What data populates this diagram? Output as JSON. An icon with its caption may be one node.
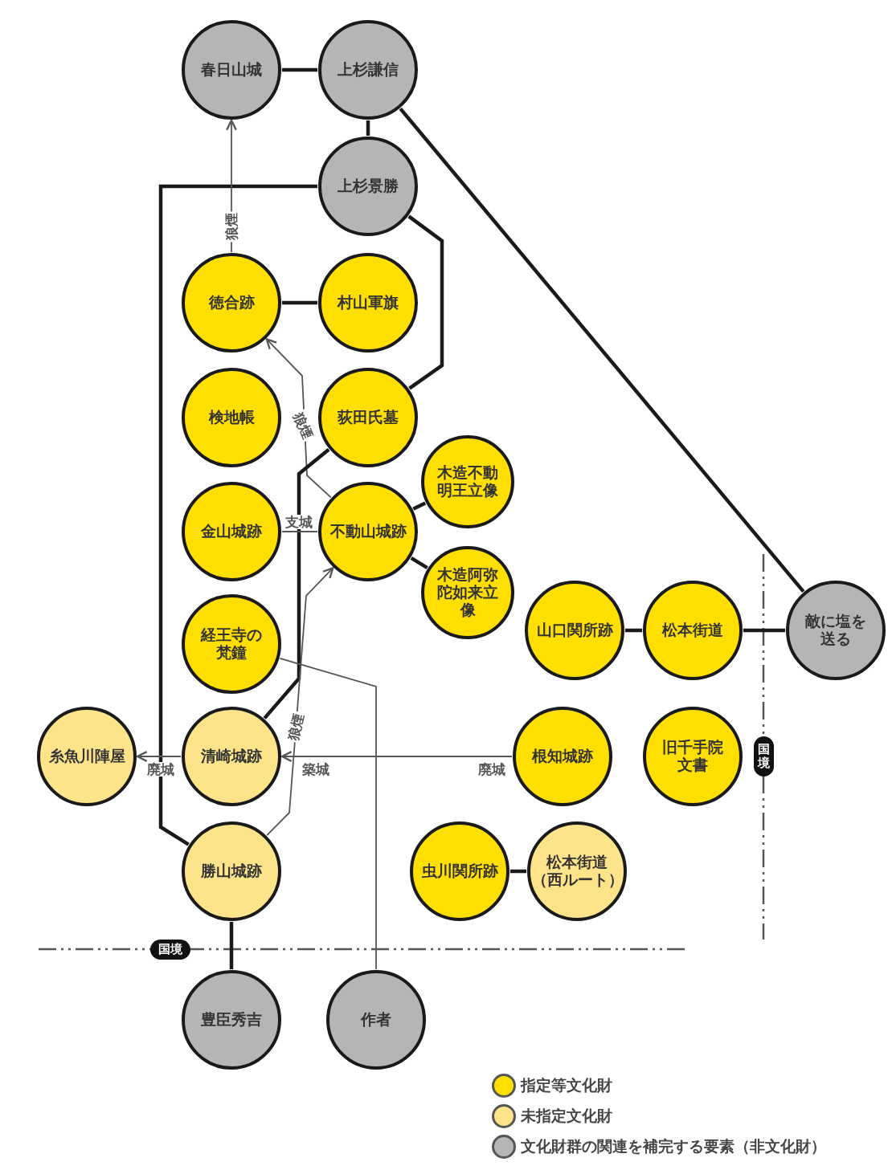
{
  "diagram": {
    "nodes": [
      {
        "text": [
          "春日山城"
        ]
      },
      {
        "text": [
          "上杉謙信"
        ]
      },
      {
        "text": [
          "上杉景勝"
        ]
      },
      {
        "text": [
          "徳合跡"
        ]
      },
      {
        "text": [
          "村山軍旗"
        ]
      },
      {
        "text": [
          "検地帳"
        ]
      },
      {
        "text": [
          "荻田氏墓"
        ]
      },
      {
        "text": [
          "木造不動明王立像"
        ]
      },
      {
        "text": [
          "金山城跡"
        ]
      },
      {
        "text": [
          "不動山城跡"
        ]
      },
      {
        "text": [
          "木造阿弥陀如来立像"
        ]
      },
      {
        "text": [
          "経王寺の梵鐘"
        ]
      },
      {
        "text": [
          "山口関所跡"
        ]
      },
      {
        "text": [
          "松本街道"
        ]
      },
      {
        "text": [
          "敵に塩を送る"
        ]
      },
      {
        "text": [
          "糸魚川陣屋"
        ]
      },
      {
        "text": [
          "清崎城跡"
        ]
      },
      {
        "text": [
          "根知城跡"
        ]
      },
      {
        "text": [
          "旧千手院文書"
        ]
      },
      {
        "text": [
          "勝山城跡"
        ]
      },
      {
        "text": [
          "虫川関所跡"
        ]
      },
      {
        "text": [
          "松本街道（西ルート）"
        ]
      },
      {
        "text": [
          "豊臣秀吉"
        ]
      },
      {
        "text": [
          "作者"
        ]
      }
    ],
    "edges": [
      {
        "from": 0,
        "to": 1,
        "arrow": "none"
      },
      {
        "from": 1,
        "to": 2,
        "arrow": "none"
      },
      {
        "from": 1,
        "to": 14,
        "arrow": "none"
      },
      {
        "from": 2,
        "to": 6,
        "arrow": "none"
      },
      {
        "from": 2,
        "to": 19,
        "arrow": "none"
      },
      {
        "from": 3,
        "to": 0,
        "arrow": "to",
        "label": "狼煙",
        "color": "#555555"
      },
      {
        "from": 3,
        "to": 4,
        "arrow": "none"
      },
      {
        "from": 9,
        "to": 3,
        "arrow": "to",
        "label": "狼煙",
        "color": "#555555"
      },
      {
        "from": 6,
        "to": 16,
        "arrow": "none"
      },
      {
        "from": 8,
        "to": 9,
        "arrow": "none",
        "label": "支城",
        "color": "#555555"
      },
      {
        "from": 9,
        "to": 7,
        "arrow": "none"
      },
      {
        "from": 9,
        "to": 10,
        "arrow": "none"
      },
      {
        "from": 19,
        "to": 9,
        "arrow": "to",
        "label": "狼煙",
        "color": "#555555"
      },
      {
        "from": 11,
        "to": 23,
        "arrow": "none",
        "color": "#555555"
      },
      {
        "from": 17,
        "to": 16,
        "arrow": "to",
        "label": "築城",
        "color": "#555555"
      },
      {
        "from": 16,
        "to": 15,
        "arrow": "to",
        "label": "廃城",
        "color": "#555555"
      },
      {
        "from": 12,
        "to": 13,
        "arrow": "none"
      },
      {
        "from": 13,
        "to": 14,
        "arrow": "none"
      },
      {
        "from": 19,
        "to": 22,
        "arrow": "none"
      },
      {
        "from": 20,
        "to": 21,
        "arrow": "none"
      }
    ],
    "labels": [
      "廃城",
      "国境",
      "国境"
    ],
    "legend": [
      {
        "text": "指定等文化財",
        "color": "#ffdf00"
      },
      {
        "text": "未指定文化財",
        "color": "#fde38a"
      },
      {
        "text": "文化財群の関連を補完する要素（非文化財）",
        "color": "#b5b5b5"
      }
    ]
  }
}
